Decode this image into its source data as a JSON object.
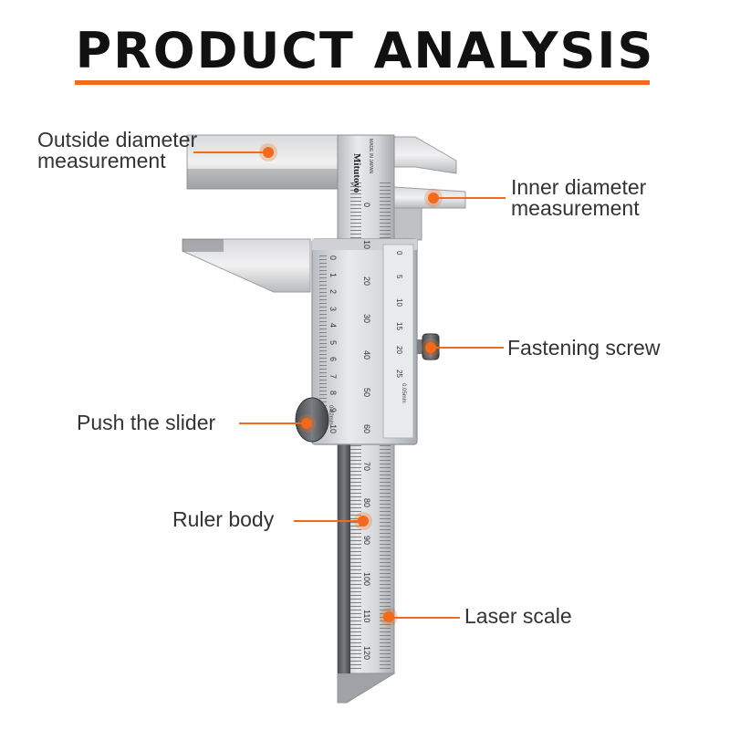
{
  "title": "PRODUCT ANALYSIS",
  "accent_color": "#f26a1b",
  "brand": {
    "name": "Mitutoyo",
    "origin": "MADE IN JAPAN"
  },
  "callouts": {
    "outside_diameter": {
      "line1": "Outside diameter",
      "line2": "measurement"
    },
    "inner_diameter": {
      "line1": "Inner diameter",
      "line2": "measurement"
    },
    "fastening_screw": "Fastening screw",
    "push_slider": "Push the slider",
    "ruler_body": "Ruler body",
    "laser_scale": "Laser scale"
  },
  "main_scale_cm": [
    "0",
    "10",
    "20",
    "30",
    "40",
    "50",
    "60",
    "70",
    "80",
    "90",
    "100",
    "110",
    "120"
  ],
  "vernier_mm": [
    "0",
    "1",
    "2",
    "3",
    "4",
    "5",
    "6",
    "7",
    "8",
    "9",
    "10"
  ],
  "vernier_hundredths": [
    "0",
    "5",
    "10",
    "15",
    "20",
    "25"
  ],
  "vernier_unit": "0.05mm",
  "resolution_text": "0.02mm"
}
